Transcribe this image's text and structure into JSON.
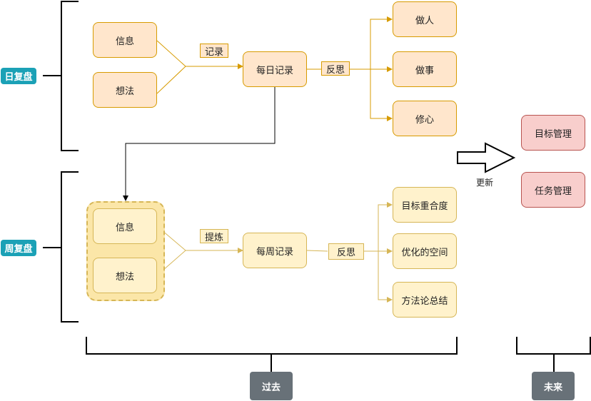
{
  "daily": {
    "badge": "日复盘",
    "info": "信息",
    "thought": "想法",
    "record_tag": "记录",
    "record": "每日记录",
    "reflect_tag": "反思",
    "outputs": [
      "做人",
      "做事",
      "修心"
    ]
  },
  "weekly": {
    "badge": "周复盘",
    "info": "信息",
    "thought": "想法",
    "refine_tag": "提炼",
    "record": "每周记录",
    "reflect_tag": "反思",
    "outputs": [
      "目标重合度",
      "优化的空间",
      "方法论总结"
    ]
  },
  "future": {
    "goal": "目标管理",
    "task": "任务管理",
    "update_label": "更新"
  },
  "timeline": {
    "past": "过去",
    "future": "未来"
  },
  "colors": {
    "orange_fill": "#ffe6cc",
    "orange_stroke": "#d79b00",
    "yellow_fill": "#fff2cc",
    "yellow_stroke": "#d6b656",
    "red_fill": "#f8cecc",
    "teal": "#1ba1b6",
    "grey": "#687178"
  }
}
